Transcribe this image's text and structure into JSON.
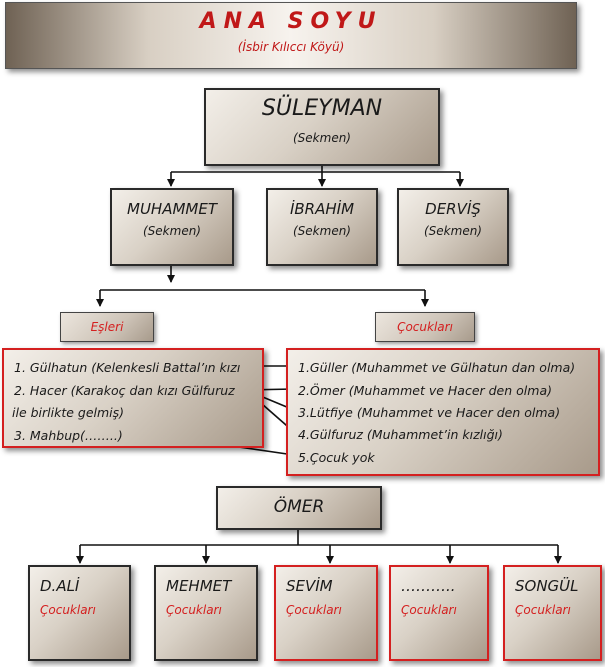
{
  "title": "ANA SOYU",
  "subtitle": "(İsbir Kılıccı Köyü)",
  "root": {
    "name": "SÜLEYMAN",
    "nick": "(Sekmen)"
  },
  "sons": [
    {
      "name": "MUHAMMET",
      "nick": "(Sekmen)"
    },
    {
      "name": "İBRAHİM",
      "nick": "(Sekmen)"
    },
    {
      "name": "DERVİŞ",
      "nick": "(Sekmen)"
    }
  ],
  "tags": {
    "spouses": "Eşleri",
    "children": "Çocukları"
  },
  "spouses": [
    "1. Gülhatun (Kelenkesli Battal’ın kızı",
    "2.  Hacer (Karakoç dan kızı Gülfuruz",
    "ile birlikte gelmiş)",
    "3.  Mahbup(……..)"
  ],
  "children": [
    "1.Güller (Muhammet ve Gülhatun dan olma)",
    "2.Ömer (Muhammet ve Hacer den olma)",
    "3.Lütfiye (Muhammet ve Hacer den olma)",
    "4.Gülfuruz (Muhammet’in kızlığı)",
    "5.Çocuk yok"
  ],
  "omer": {
    "name": "ÖMER"
  },
  "grandchildren": [
    {
      "name": "D.ALİ",
      "label": "Çocukları"
    },
    {
      "name": "MEHMET",
      "label": "Çocukları"
    },
    {
      "name": "SEVİM",
      "label": "Çocukları"
    },
    {
      "name": "………..",
      "label": "Çocukları"
    },
    {
      "name": "SONGÜL",
      "label": "Çocukları"
    }
  ]
}
